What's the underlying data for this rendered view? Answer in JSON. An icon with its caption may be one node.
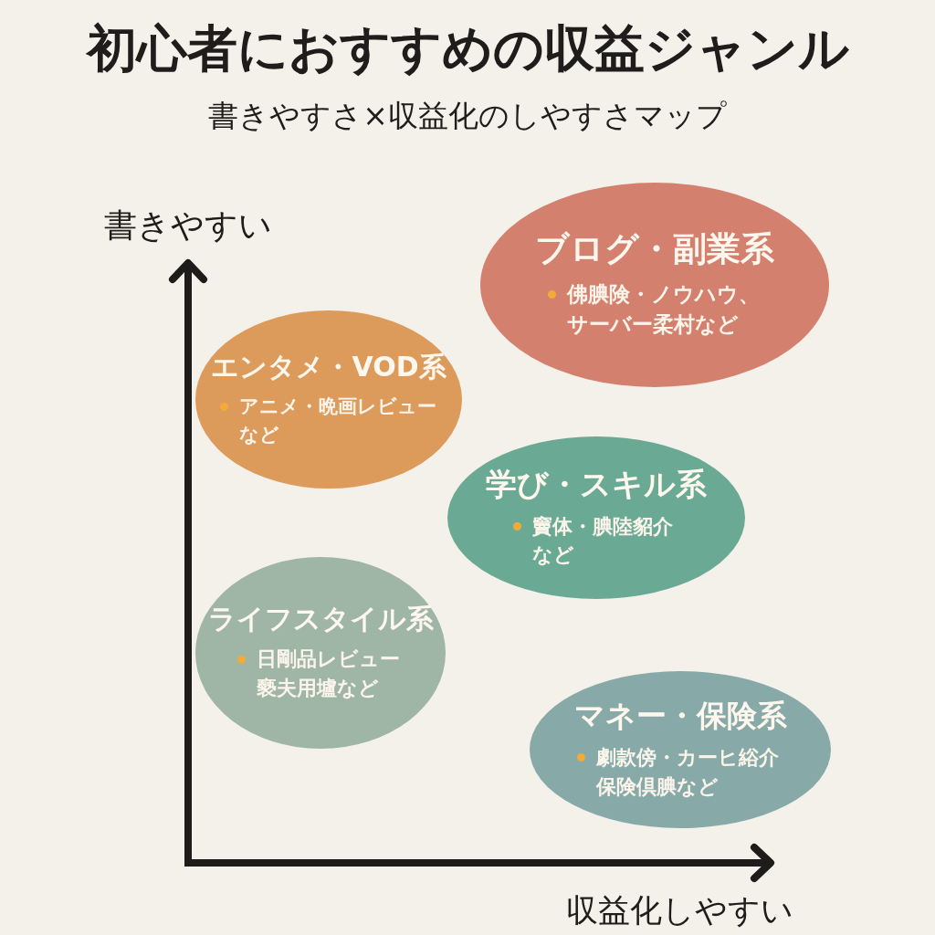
{
  "diagram": {
    "title": "初心者におすすめの収益ジャンル",
    "nodes": [
      {
        "text": [
          "ブログ・副業系",
          "佛腆険・ノウハウ、サーバー柔村など"
        ]
      },
      {
        "text": [
          "エンタメ・VOD系",
          "アニメ・晩画レビューなど"
        ]
      },
      {
        "text": [
          "学び・スキル系",
          "竇体・腆陸貂介など"
        ]
      },
      {
        "text": [
          "ライフスタイル系",
          "日剛品レビュー褻夫用壚など"
        ]
      },
      {
        "text": [
          "マネー・保険系",
          "劇款傍・カーヒ綌介保険倶腆など"
        ]
      }
    ],
    "labels": [
      "書きやすさ×収益化のしやすさマップ",
      "書きやすい",
      "収益化しやすい"
    ]
  }
}
